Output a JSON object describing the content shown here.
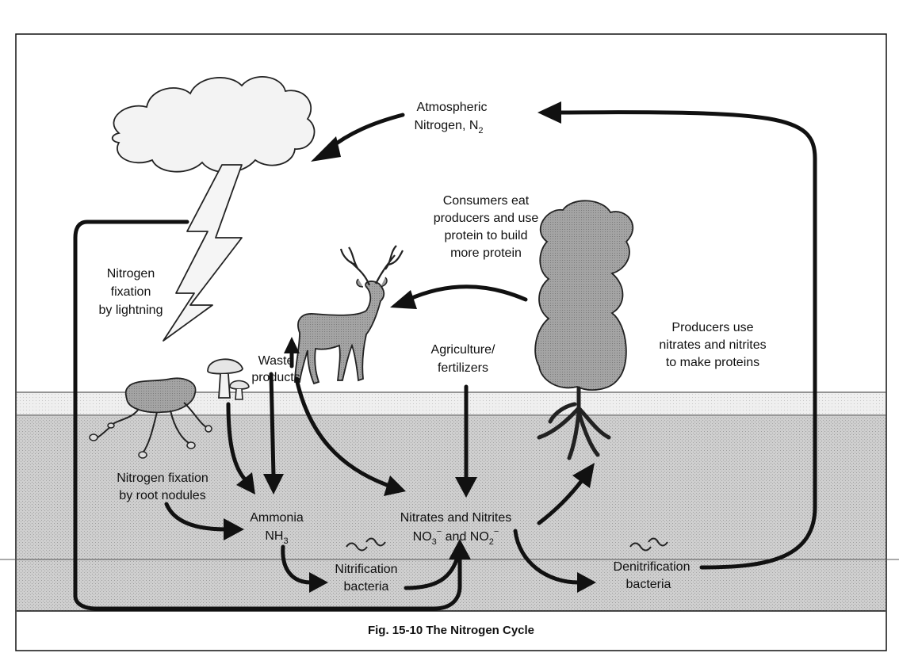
{
  "caption": "Fig. 15-10 The Nitrogen Cycle",
  "labels": {
    "atmospheric_line1": "Atmospheric",
    "atmospheric_line2": "Nitrogen, N",
    "atmospheric_sub": "2",
    "consumers_line1": "Consumers eat",
    "consumers_line2": "producers and use",
    "consumers_line3": "protein to build",
    "consumers_line4": "more protein",
    "lightning_line1": "Nitrogen",
    "lightning_line2": "fixation",
    "lightning_line3": "by lightning",
    "producers_line1": "Producers use",
    "producers_line2": "nitrates and nitrites",
    "producers_line3": "to make proteins",
    "agriculture_line1": "Agriculture/",
    "agriculture_line2": "fertilizers",
    "waste_line1": "Waste",
    "waste_line2": "products",
    "root_line1": "Nitrogen fixation",
    "root_line2": "by root nodules",
    "ammonia_line1": "Ammonia",
    "ammonia_formula": "NH",
    "ammonia_sub": "3",
    "nitrates_line1": "Nitrates and Nitrites",
    "no3": "NO",
    "no3_sub": "3",
    "no3_sup": "−",
    "and": " and NO",
    "no2_sub": "2",
    "no2_sup": "−",
    "nitrification_line1": "Nitrification",
    "nitrification_line2": "bacteria",
    "denitrification_line1": "Denitrification",
    "denitrification_line2": "bacteria"
  },
  "colors": {
    "soil": "#c8c8c8",
    "soil_dark": "#b4b4b4",
    "surface": "#ececec",
    "organism": "#9a9a9a",
    "ink": "#111111"
  }
}
